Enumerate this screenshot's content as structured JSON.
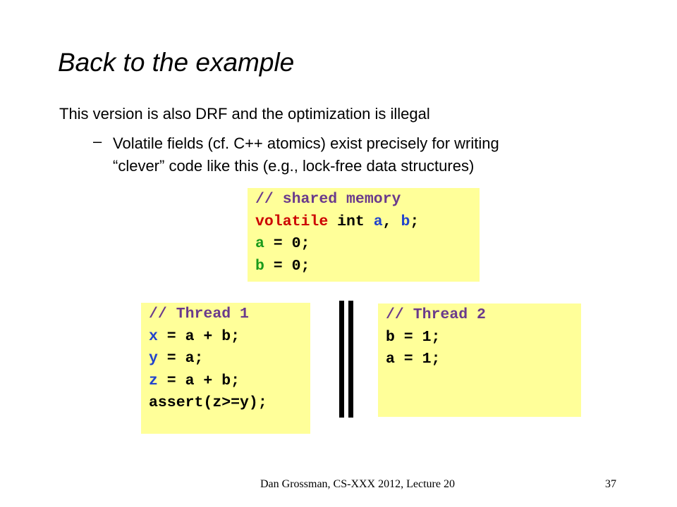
{
  "title": "Back to the example",
  "bullet": "This version is also DRF and the optimization is illegal",
  "sub_bullet": {
    "dash": "–",
    "line1": "Volatile fields (cf. C++ atomics) exist precisely for writing",
    "line2": "“clever” code like this (e.g., lock-free data structures)"
  },
  "shared_code": {
    "comment": "// shared memory",
    "decl_kw": "volatile",
    "decl_type": " int ",
    "decl_a": "a",
    "decl_sep": ", ",
    "decl_b": "b",
    "decl_end": ";",
    "init_a_var": "a",
    "init_a_rest": " = 0;",
    "init_b_var": "b",
    "init_b_rest": " = 0;"
  },
  "thread1": {
    "comment": "// Thread 1",
    "l1_var": "x",
    "l1_rest": " = a + b;",
    "l2_var": "y",
    "l2_rest": " = a;",
    "l3_var": "z",
    "l3_rest": " = a + b;",
    "l4": "assert(z>=y);"
  },
  "thread2": {
    "comment": "// Thread 2",
    "l1": "b = 1;",
    "l2": "a = 1;"
  },
  "footer": {
    "credit": "Dan Grossman, CS-XXX 2012, Lecture 20",
    "page": "37"
  },
  "colors": {
    "code_bg": "#ffff99",
    "comment": "#6a3a8c",
    "keyword": "#cc0000",
    "shared_var": "#2244cc",
    "init_var": "#1a9a1a"
  }
}
